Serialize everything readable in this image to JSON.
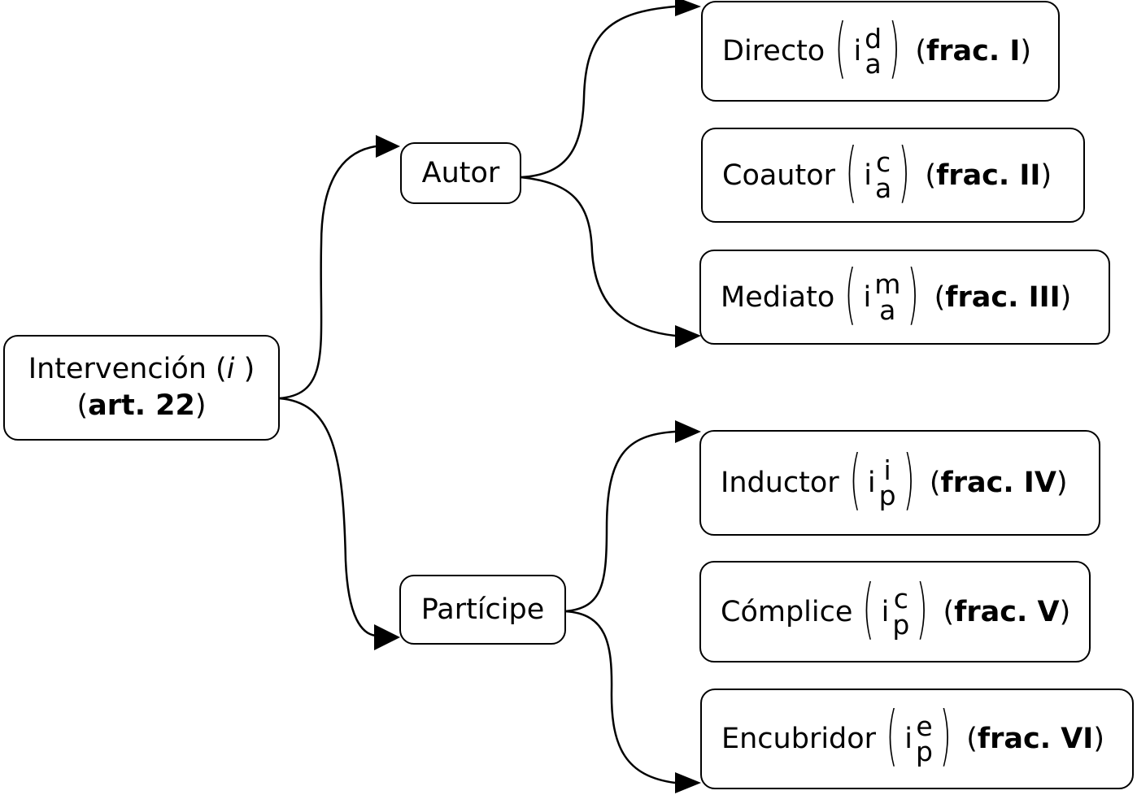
{
  "root": {
    "label": "Intervención",
    "var": "i",
    "article": "art. 22"
  },
  "branches": [
    {
      "label": "Autor",
      "leaves": [
        {
          "label": "Directo",
          "base": "i",
          "sup": "d",
          "sub": "a",
          "frac": "frac. I"
        },
        {
          "label": "Coautor",
          "base": "i",
          "sup": "c",
          "sub": "a",
          "frac": "frac. II"
        },
        {
          "label": "Mediato",
          "base": "i",
          "sup": "m",
          "sub": "a",
          "frac": "frac. III"
        }
      ]
    },
    {
      "label": "Partícipe",
      "leaves": [
        {
          "label": "Inductor",
          "base": "i",
          "sup": "i",
          "sub": "p",
          "frac": "frac. IV"
        },
        {
          "label": "Cómplice",
          "base": "i",
          "sup": "c",
          "sub": "p",
          "frac": "frac. V"
        },
        {
          "label": "Encubridor",
          "base": "i",
          "sup": "e",
          "sub": "p",
          "frac": "frac. VI"
        }
      ]
    }
  ]
}
